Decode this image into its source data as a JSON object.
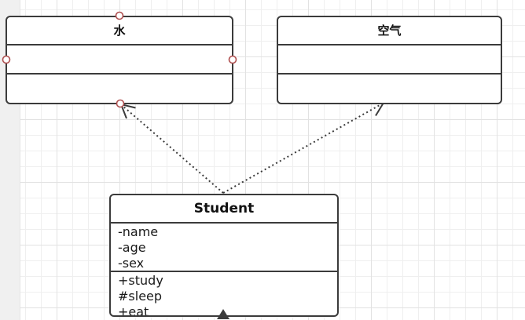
{
  "app": {
    "view": "diagram-editor-canvas",
    "grid": "on"
  },
  "classes": {
    "water": {
      "name": "水",
      "attributes": [],
      "methods": []
    },
    "air": {
      "name": "空气",
      "attributes": [],
      "methods": []
    },
    "student": {
      "name": "Student",
      "attributes": [
        "-name",
        "-age",
        "-sex"
      ],
      "methods": [
        "+study",
        "#sleep",
        "+eat"
      ]
    }
  },
  "relationships": [
    {
      "type": "dependency",
      "from": "Student",
      "to": "水",
      "line": "dotted",
      "arrowhead": "open"
    },
    {
      "type": "dependency",
      "from": "Student",
      "to": "空气",
      "line": "dotted",
      "arrowhead": "open"
    },
    {
      "type": "incoming-edge",
      "to": "Student",
      "arrowhead": "filled",
      "clipped": "bottom-edge"
    }
  ],
  "connection_points": {
    "owner": "水",
    "positions": [
      "top",
      "left",
      "right",
      "bottom"
    ]
  },
  "colors": {
    "shape_border": "#3b3b3b",
    "shape_fill": "#ffffff",
    "edge": "#3b3b3b",
    "connection_point_stroke": "#b05050",
    "grid_minor": "#efefef",
    "grid_major": "#e2e2e2",
    "page_margin": "#f0f0f0"
  }
}
